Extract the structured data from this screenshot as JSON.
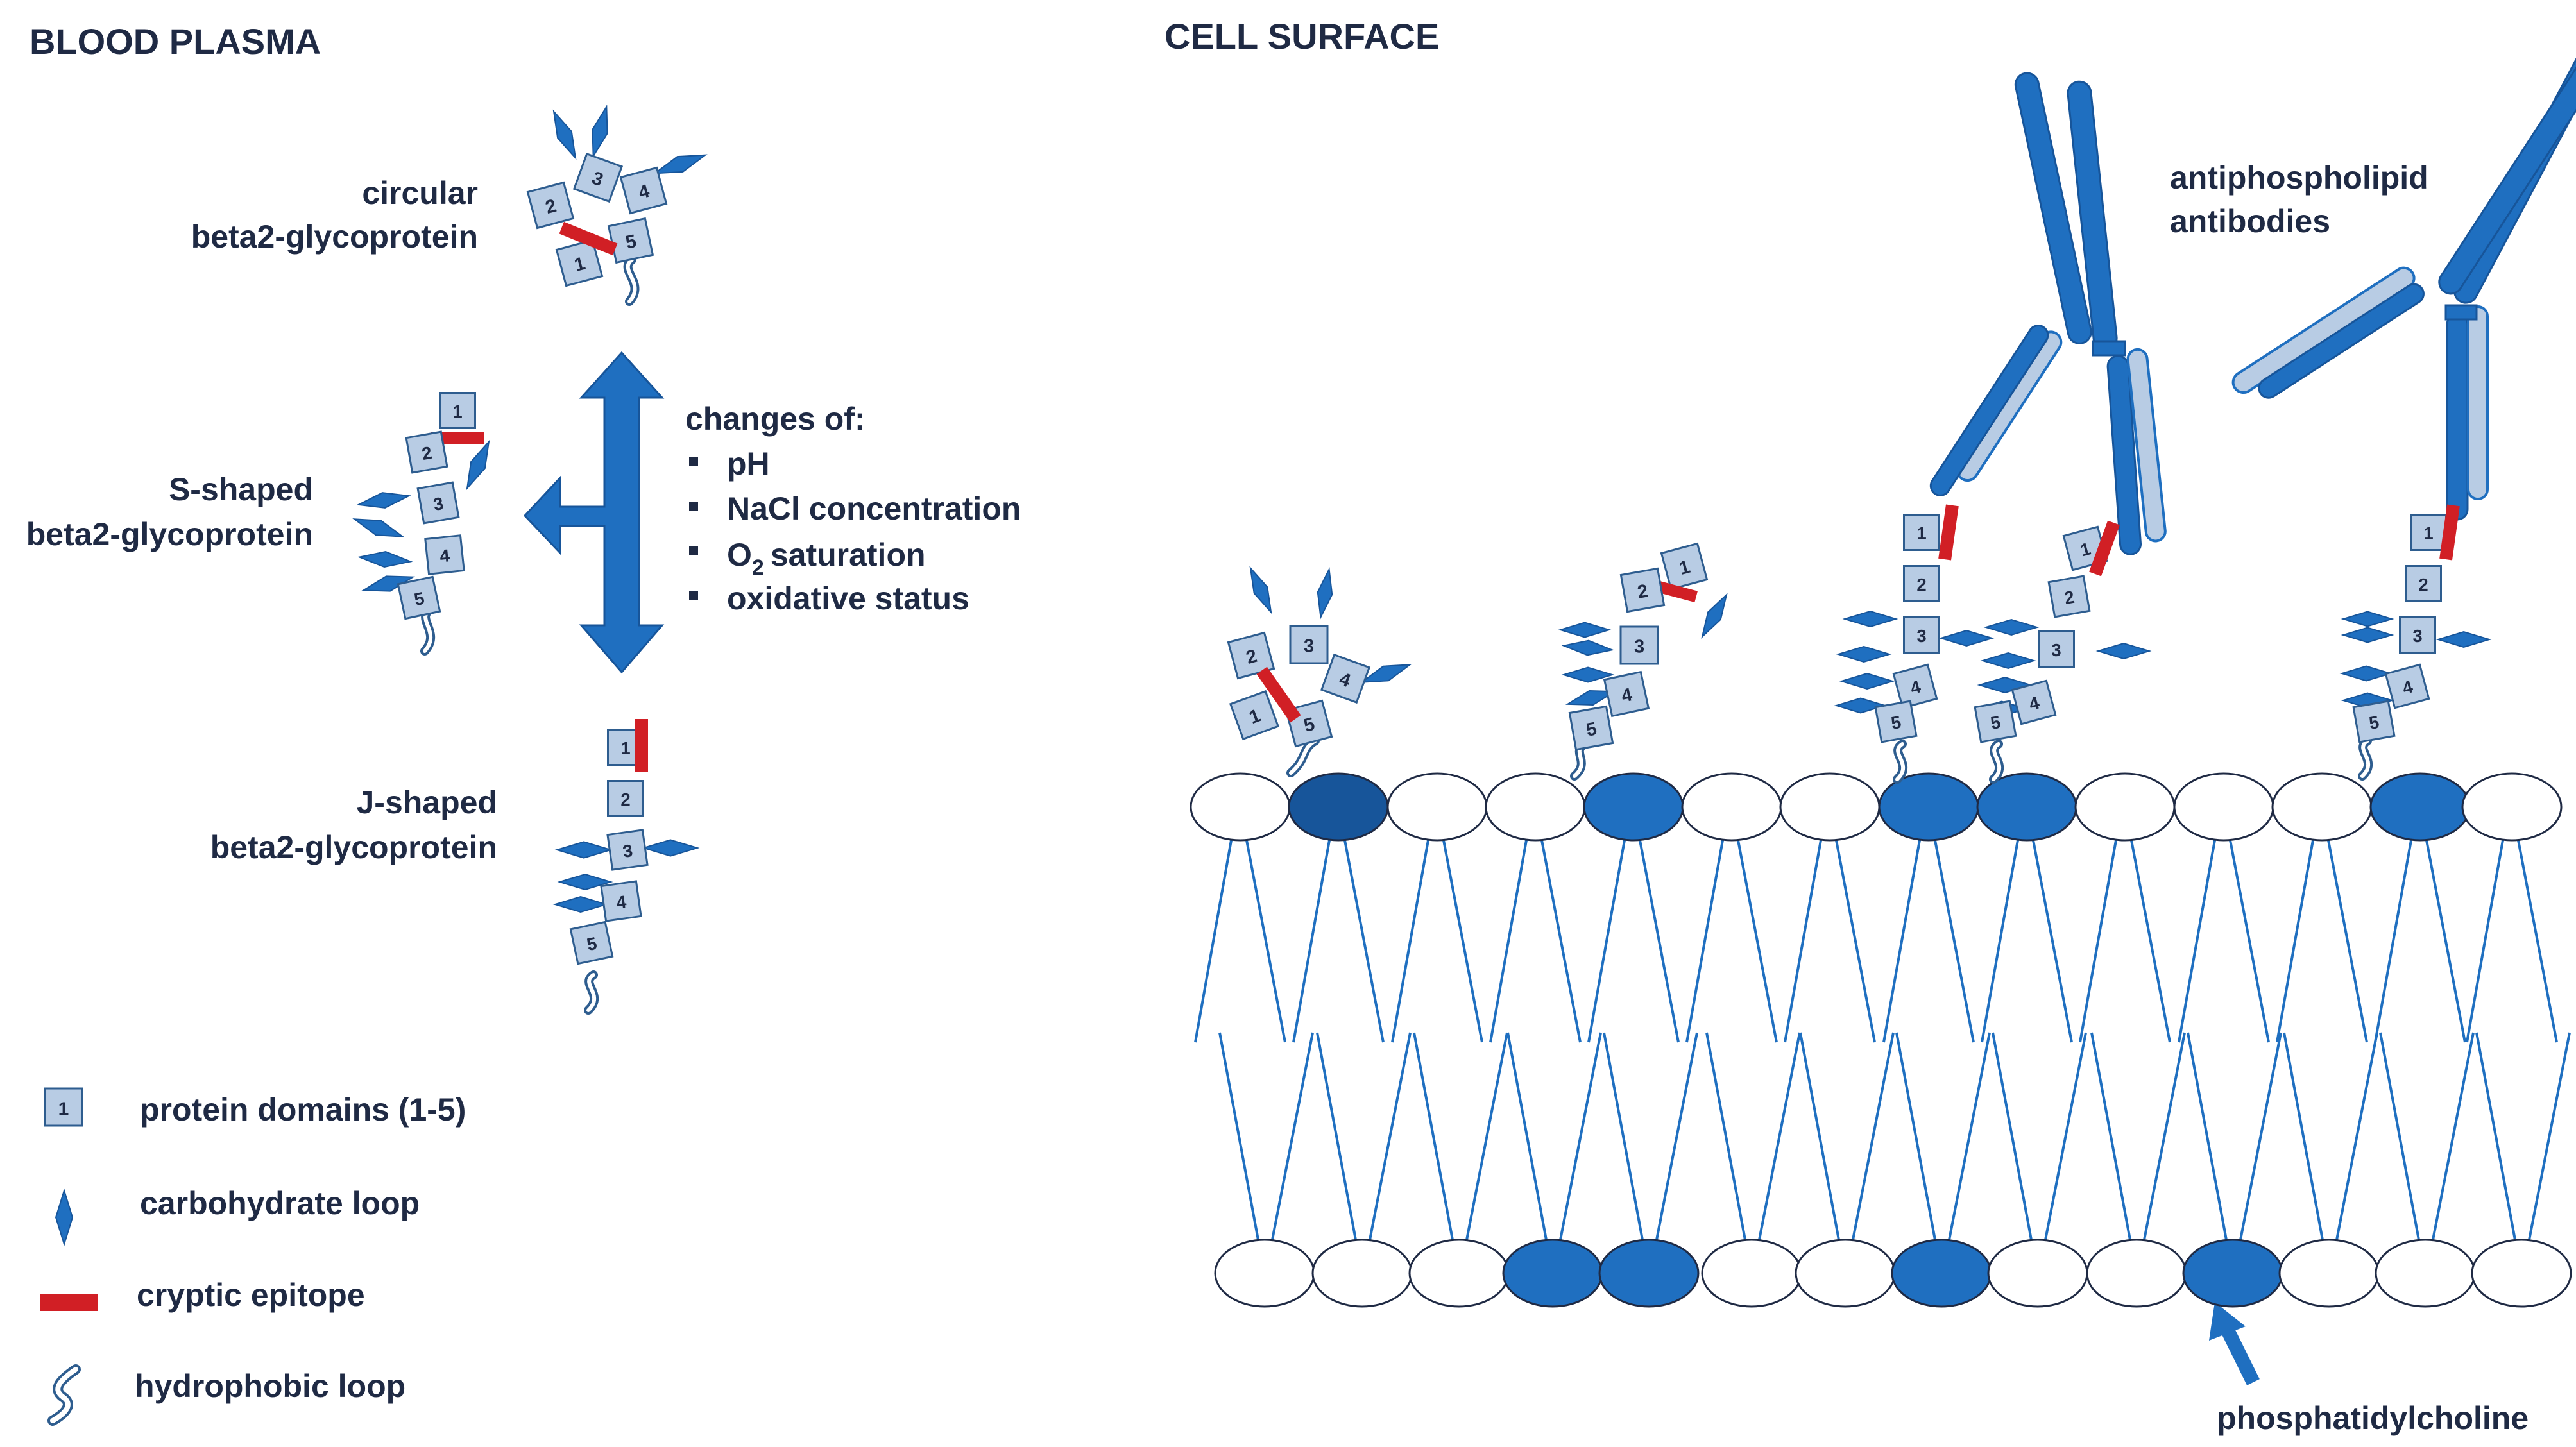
{
  "sections": {
    "blood_plasma": "BLOOD PLASMA",
    "cell_surface": "CELL SURFACE"
  },
  "forms": {
    "circular": [
      "circular",
      "beta2-glycoprotein"
    ],
    "s_shaped": [
      "S-shaped",
      "beta2-glycoprotein"
    ],
    "j_shaped": [
      "J-shaped",
      "beta2-glycoprotein"
    ]
  },
  "changes": {
    "title": "changes of:",
    "items": [
      "pH",
      "NaCl concentration",
      "saturation",
      "oxidative status"
    ],
    "o2": {
      "main": "O",
      "sub": "2"
    }
  },
  "domain_numbers": [
    "1",
    "2",
    "3",
    "4",
    "5"
  ],
  "legend": {
    "domain_sample": "1",
    "items": [
      "protein domains (1-5)",
      "carbohydrate loop",
      "cryptic epitope",
      "hydrophobic loop"
    ]
  },
  "antibodies_label": [
    "antiphospholipid",
    "antibodies"
  ],
  "phosphatidylcholine_label": "phosphatidylcholine",
  "colors": {
    "domain_fill": "#b8cce4",
    "domain_stroke": "#2e5d8f",
    "carbohydrate": "#1f6fc0",
    "epitope": "#d11f25",
    "hydrophobic_loop": "#2e5d8f",
    "arrow": "#1f6fc0",
    "antibody_dark": "#1f6fc0",
    "antibody_light": "#b8cce4",
    "lipid_head_open": "#ffffff",
    "lipid_head_pc": "#1f6fc0",
    "lipid_head_pc_dark": "#17559a",
    "lipid_tail": "#1f6fc0",
    "text": "#1f2a44"
  },
  "membrane": {
    "top_filled": [
      false,
      true,
      false,
      false,
      true,
      false,
      false,
      true,
      true,
      false,
      false,
      false,
      true,
      false
    ],
    "bottom_filled": [
      false,
      false,
      false,
      true,
      true,
      false,
      false,
      true,
      false,
      false,
      true,
      false,
      false,
      false
    ]
  }
}
